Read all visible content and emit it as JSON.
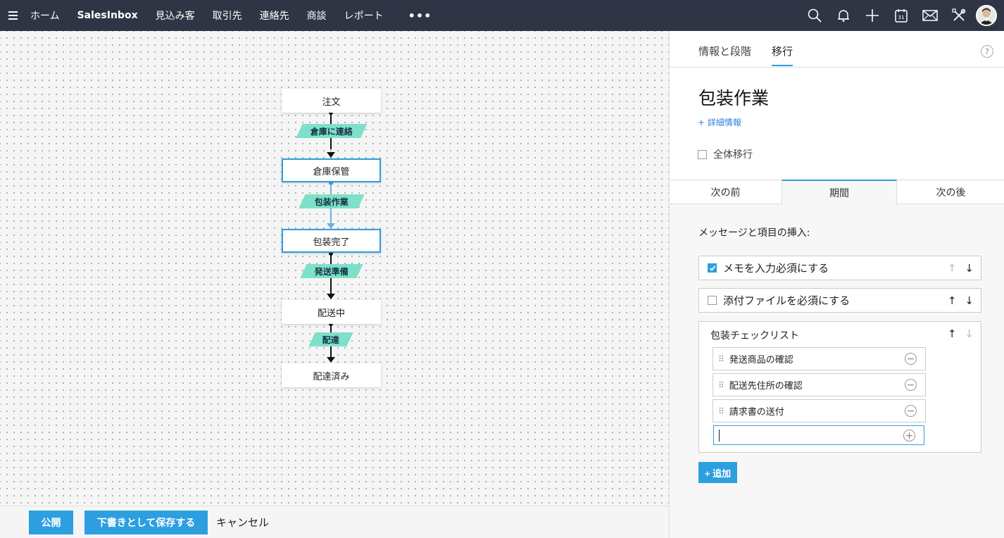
{
  "nav": {
    "items": [
      "ホーム",
      "SalesInbox",
      "見込み客",
      "取引先",
      "連絡先",
      "商談",
      "レポート"
    ],
    "more": "•••",
    "calendar_day": "31"
  },
  "flow": {
    "nodes": [
      "注文",
      "倉庫保管",
      "包装完了",
      "配送中",
      "配達済み"
    ],
    "transitions": [
      "倉庫に連絡",
      "包装作業",
      "発送準備",
      "配達"
    ]
  },
  "footer": {
    "publish": "公開",
    "save_draft": "下書きとして保存する",
    "cancel": "キャンセル"
  },
  "panel": {
    "tabs": [
      "情報と段階",
      "移行"
    ],
    "help": "?",
    "title": "包装作業",
    "more_info": "+ 詳細情報",
    "global_transition": "全体移行",
    "stage_tabs": [
      "次の前",
      "期間",
      "次の後"
    ],
    "insert_label": "メッセージと項目の挿入:",
    "options": {
      "require_note": "メモを入力必須にする",
      "require_attachment": "添付ファイルを必須にする"
    },
    "checklist": {
      "title": "包装チェックリスト",
      "items": [
        "発送商品の確認",
        "配送先住所の確認",
        "請求書の送付"
      ],
      "input_value": ""
    },
    "add_button": "+ 追加"
  },
  "colors": {
    "topbar": "#2f3545",
    "accent": "#2d9fe0",
    "transition": "#7ee0c8"
  }
}
